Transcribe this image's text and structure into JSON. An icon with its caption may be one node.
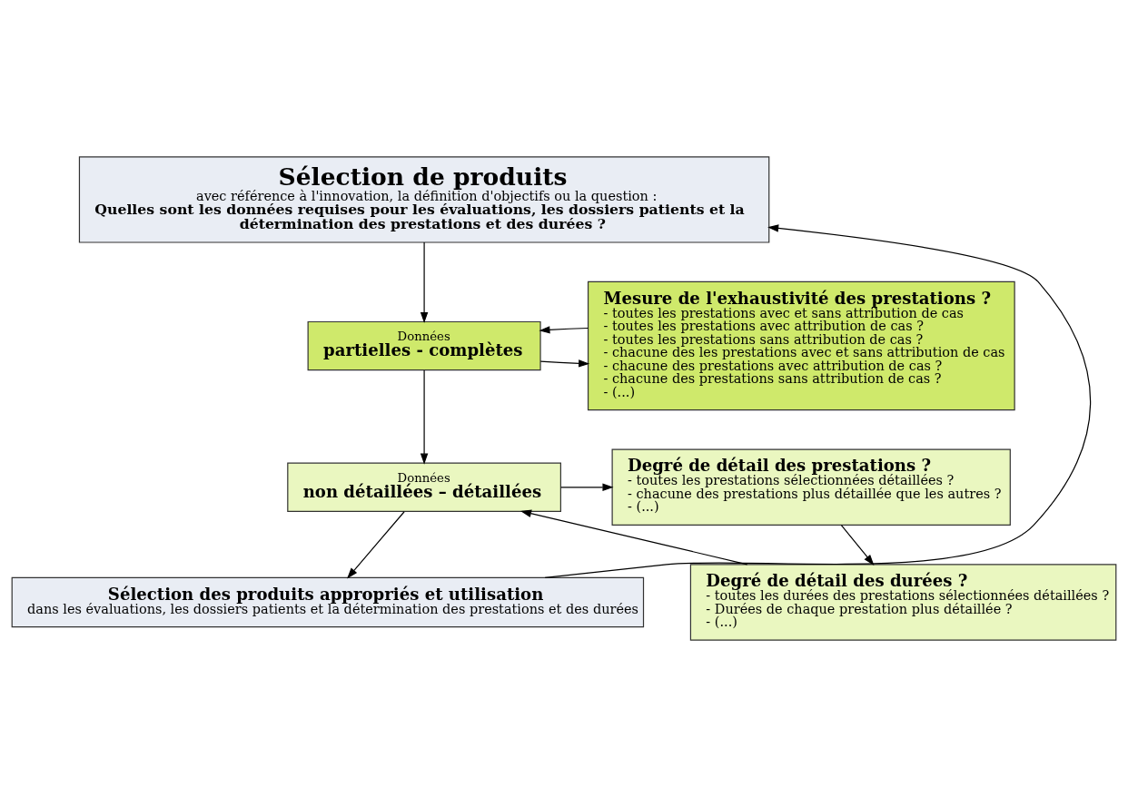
{
  "diagram": {
    "nodes": [
      {
        "text": [
          "Sélection de produits",
          "avec référence à l'innovation, la définition d'objectifs ou la question :",
          "Quelles sont les données requises pour les évaluations, les dossiers patients et la détermination des prestations et des durées ?"
        ]
      },
      {
        "text": [
          "Données",
          "partielles - complètes"
        ]
      },
      {
        "text": [
          "Mesure de l'exhaustivité des prestations ?",
          "- toutes les prestations avec et sans attribution de cas",
          "- toutes les prestations avec attribution de cas ?",
          "- toutes les prestations sans attribution de cas ?",
          "- chacune des les prestations avec et sans attribution de cas",
          "- chacune des prestations avec attribution de cas ?",
          "- chacune des prestations sans attribution de cas ?",
          "- (...)"
        ]
      },
      {
        "text": [
          "Données",
          "non détaillées – détaillées"
        ]
      },
      {
        "text": [
          "Degré de détail des prestations ?",
          "- toutes les prestations sélectionnées détaillées ?",
          "- chacune des prestations plus détaillée que les autres ?",
          "- (...)"
        ]
      },
      {
        "text": [
          "Degré de détail des durées ?",
          "- toutes les durées des prestations sélectionnées détaillées ?",
          "- Durées de chaque prestation plus détaillée ?",
          "- (...)"
        ]
      },
      {
        "text": [
          "Sélection des produits appropriés et utilisation",
          "dans les évaluations, les dossiers patients et la détermination des prestations et des durées"
        ]
      }
    ],
    "edges": [
      {
        "from": 0,
        "to": 1,
        "arrow": "to"
      },
      {
        "from": 1,
        "to": 2,
        "arrow": "to"
      },
      {
        "from": 2,
        "to": 1,
        "arrow": "to"
      },
      {
        "from": 1,
        "to": 3,
        "arrow": "to"
      },
      {
        "from": 3,
        "to": 4,
        "arrow": "to"
      },
      {
        "from": 4,
        "to": 5,
        "arrow": "to"
      },
      {
        "from": 5,
        "to": 3,
        "arrow": "to"
      },
      {
        "from": 3,
        "to": 6,
        "arrow": "to"
      },
      {
        "from": 6,
        "to": 0,
        "arrow": "to"
      }
    ]
  }
}
